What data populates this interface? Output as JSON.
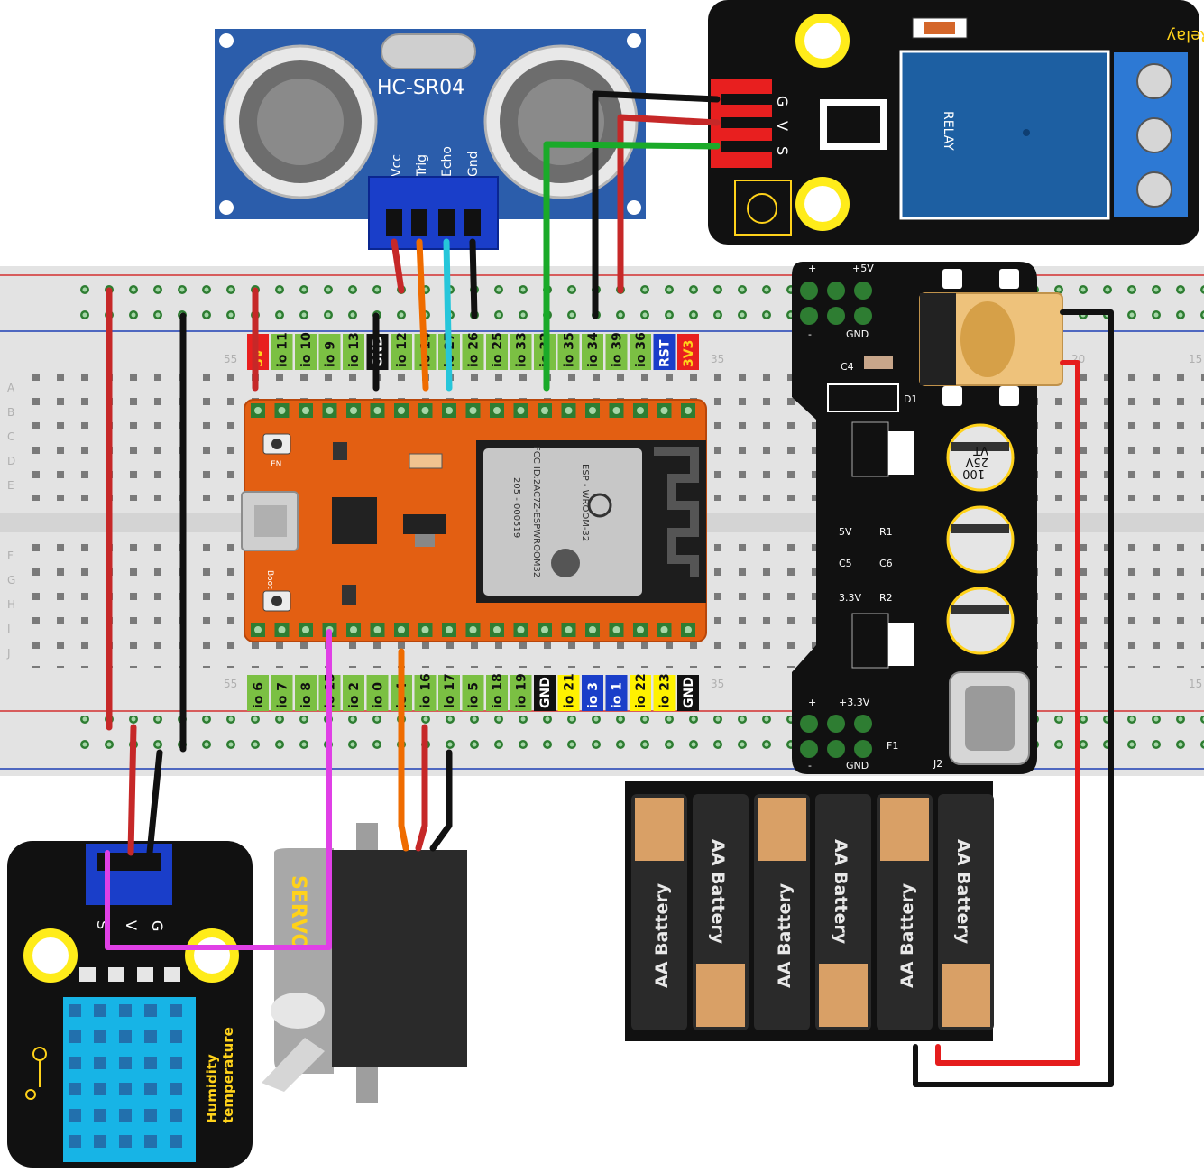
{
  "ultrasonic": {
    "model": "HC-SR04",
    "pins": [
      "Vcc",
      "Trig",
      "Echo",
      "Gnd"
    ]
  },
  "relay": {
    "title": "Single Relay",
    "relay_text": "RELAY",
    "pins": [
      "G",
      "V",
      "S"
    ]
  },
  "esp32": {
    "top_labels": [
      "5V",
      "io 11",
      "io 10",
      "io 9",
      "io 13",
      "GND",
      "io 12",
      "io 14",
      "io 27",
      "io 26",
      "io 25",
      "io 33",
      "io 32",
      "io 35",
      "io 34",
      "io 39",
      "io 36",
      "RST",
      "3V3"
    ],
    "bottom_labels": [
      "io 6",
      "io 7",
      "io 8",
      "io 15",
      "io 2",
      "io 0",
      "io 4",
      "io 16",
      "io 17",
      "io 5",
      "io 18",
      "io 19",
      "GND",
      "io 21",
      "io 3",
      "io 1",
      "io 22",
      "io 23",
      "GND"
    ],
    "module_text": [
      "ESP - WROOM-32",
      "FCC ID:2AC7Z-ESPWROOM32",
      "205 - 000519"
    ],
    "button_en": "EN",
    "button_boot": "Boot"
  },
  "breadboard": {
    "rows": [
      "A",
      "B",
      "C",
      "D",
      "E",
      "F",
      "G",
      "H",
      "I",
      "J"
    ],
    "col_numbers": [
      "55",
      "35",
      "20",
      "15"
    ]
  },
  "power_module": {
    "labels_top": [
      "+",
      "+5V",
      "-",
      "GND"
    ],
    "labels_bottom": [
      "+",
      "+3.3V",
      "-",
      "GND"
    ],
    "components": [
      "C4",
      "D1",
      "5V",
      "R1",
      "C5",
      "C6",
      "3.3V",
      "R2",
      "F1",
      "J2"
    ],
    "caps": [
      "100",
      "25V",
      "VT"
    ]
  },
  "dht11": {
    "pins": [
      "S",
      "V",
      "G"
    ],
    "text1": "Humidity",
    "text2": "temperature"
  },
  "servo": {
    "label": "SERVO"
  },
  "battery": {
    "cell_label": "AA Battery"
  }
}
